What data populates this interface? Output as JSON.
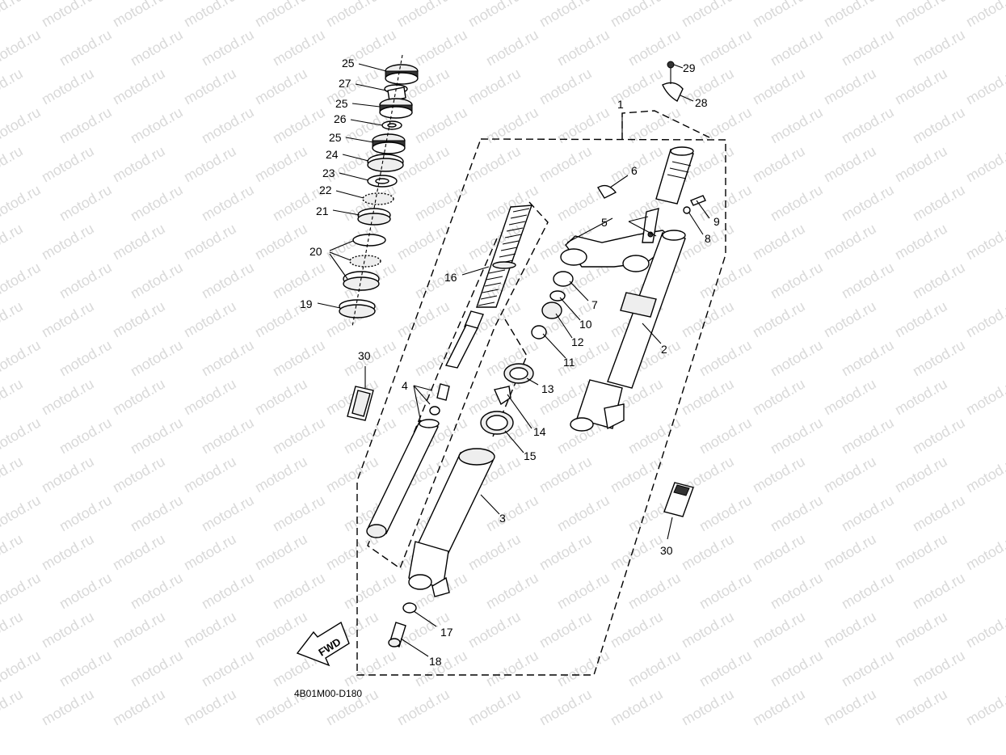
{
  "watermark": "motod.ru",
  "diagram_code": "4B01M00-D180",
  "fwd_label": "FWD",
  "callouts": {
    "c1": "1",
    "c2": "2",
    "c3": "3",
    "c4": "4",
    "c5": "5",
    "c6": "6",
    "c7": "7",
    "c8": "8",
    "c9": "9",
    "c10": "10",
    "c11": "11",
    "c12": "12",
    "c13": "13",
    "c14": "14",
    "c15": "15",
    "c16": "16",
    "c17": "17",
    "c18": "18",
    "c19": "19",
    "c20": "20",
    "c21": "21",
    "c22": "22",
    "c23": "23",
    "c24": "24",
    "c25a": "25",
    "c25b": "25",
    "c25c": "25",
    "c26": "26",
    "c27": "27",
    "c28": "28",
    "c29": "29",
    "c30a": "30",
    "c30b": "30"
  }
}
